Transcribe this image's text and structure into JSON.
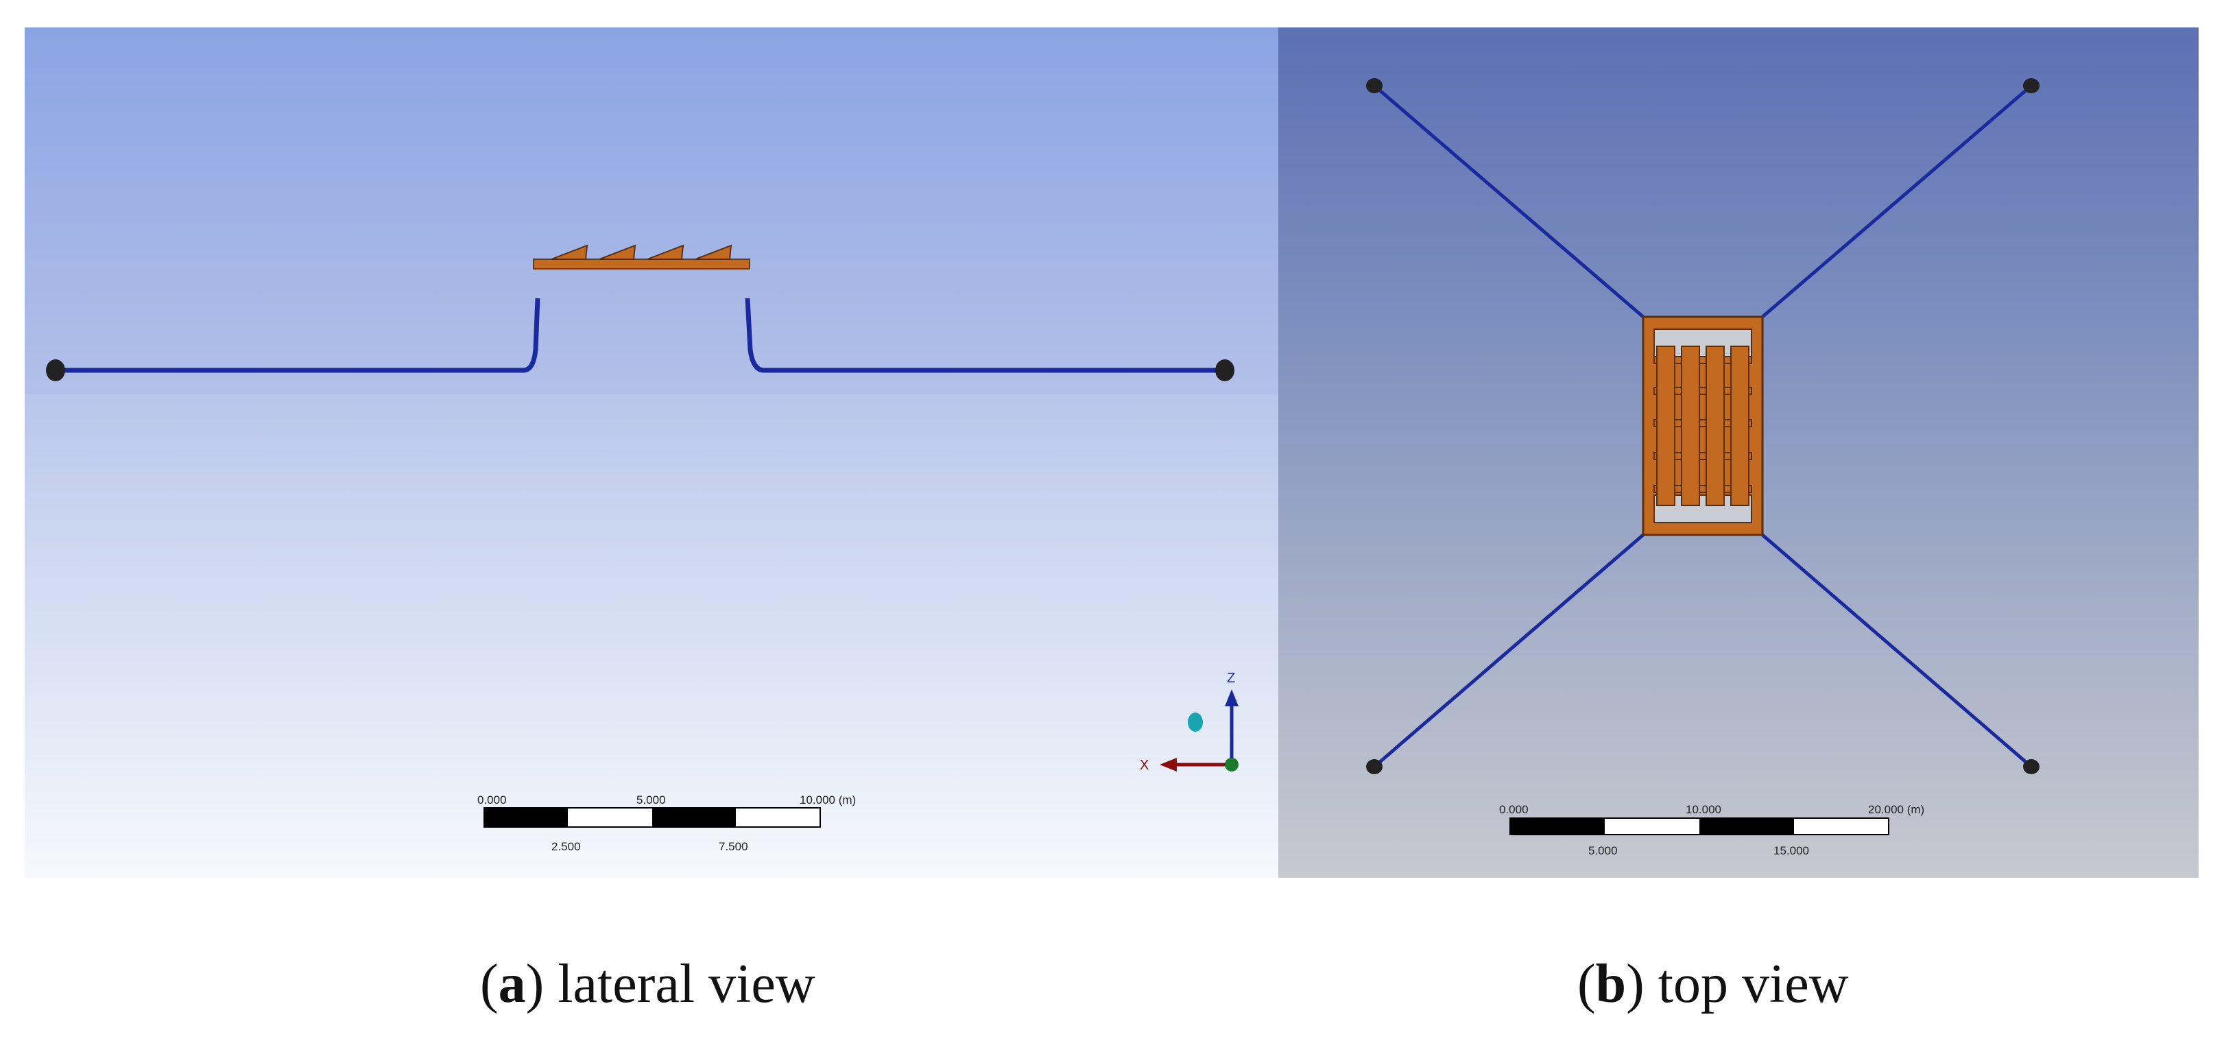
{
  "panels": {
    "lateral": {
      "caption_letter": "a",
      "caption_text": "lateral view",
      "scale_bar": {
        "top_labels": [
          "0.000",
          "5.000",
          "10.000 (m)"
        ],
        "bottom_labels": [
          "2.500",
          "7.500"
        ]
      },
      "triad": {
        "z_label": "Z",
        "x_label": "X"
      },
      "colors": {
        "mooring_line": "#1a2a9e",
        "platform": "#c46a20",
        "anchor": "#222222"
      }
    },
    "top": {
      "caption_letter": "b",
      "caption_text": "top view",
      "scale_bar": {
        "top_labels": [
          "0.000",
          "10.000",
          "20.000 (m)"
        ],
        "bottom_labels": [
          "5.000",
          "15.000"
        ]
      },
      "colors": {
        "mooring_line": "#1a2a9e",
        "platform": "#c46a20",
        "anchor": "#222222"
      }
    }
  }
}
